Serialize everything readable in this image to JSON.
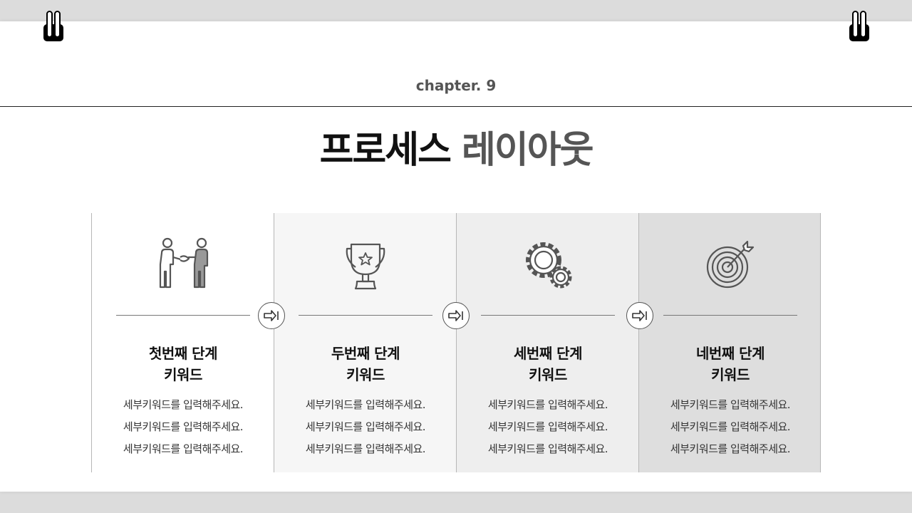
{
  "header": {
    "chapter": "chapter. 9"
  },
  "title": {
    "part1": "프로세스",
    "part2": "레이아웃"
  },
  "colors": {
    "col_backgrounds": [
      "#ffffff",
      "#f6f6f6",
      "#eeeeee",
      "#dedede"
    ]
  },
  "steps": [
    {
      "icon": "handshake-people-icon",
      "title": "첫번째 단계",
      "subtitle": "키워드",
      "lines": [
        "세부키워드를 입력해주세요.",
        "세부키워드를 입력해주세요.",
        "세부키워드를 입력해주세요."
      ]
    },
    {
      "icon": "trophy-icon",
      "title": "두번째 단계",
      "subtitle": "키워드",
      "lines": [
        "세부키워드를 입력해주세요.",
        "세부키워드를 입력해주세요.",
        "세부키워드를 입력해주세요."
      ]
    },
    {
      "icon": "gears-icon",
      "title": "세번째 단계",
      "subtitle": "키워드",
      "lines": [
        "세부키워드를 입력해주세요.",
        "세부키워드를 입력해주세요.",
        "세부키워드를 입력해주세요."
      ]
    },
    {
      "icon": "target-icon",
      "title": "네번째 단계",
      "subtitle": "키워드",
      "lines": [
        "세부키워드를 입력해주세요.",
        "세부키워드를 입력해주세요.",
        "세부키워드를 입력해주세요."
      ]
    }
  ]
}
